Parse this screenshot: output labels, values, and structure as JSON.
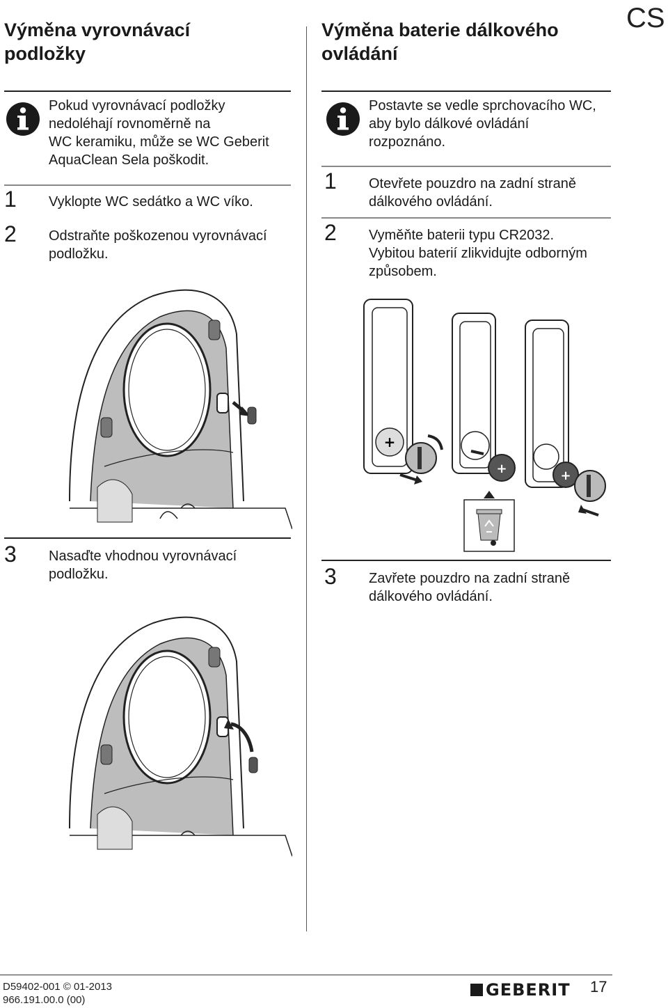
{
  "language_code": "CS",
  "left": {
    "title_line1": "Výměna vyrovnávací",
    "title_line2": "podložky",
    "info_lines": [
      "Pokud vyrovnávací podložky",
      "nedoléhají rovnoměrně na",
      "WC keramiku, může se WC Geberit",
      "AquaClean Sela poškodit."
    ],
    "steps": [
      {
        "number": "1",
        "lines": [
          "Vyklopte WC sedátko a WC víko."
        ]
      },
      {
        "number": "2",
        "lines": [
          "Odstraňte poškozenou vyrovnávací",
          "podložku."
        ]
      },
      {
        "number": "3",
        "lines": [
          "Nasaďte vhodnou vyrovnávací",
          "podložku."
        ]
      }
    ]
  },
  "right": {
    "title_line1": "Výměna baterie dálkového",
    "title_line2": "ovládání",
    "info_lines": [
      "Postavte se vedle sprchovacího WC,",
      "aby bylo dálkové ovládání",
      "rozpoznáno."
    ],
    "steps": [
      {
        "number": "1",
        "lines": [
          "Otevřete pouzdro na zadní straně",
          "dálkového ovládání."
        ]
      },
      {
        "number": "2",
        "lines": [
          "Vyměňte baterii typu CR2032.",
          "Vybitou baterií zlikvidujte odborným",
          "způsobem."
        ]
      },
      {
        "number": "3",
        "lines": [
          "Zavřete pouzdro na zadní straně",
          "dálkového ovládání."
        ]
      }
    ]
  },
  "footer": {
    "doc_line1": "D59402-001 © 01-2013",
    "doc_line2": "966.191.00.0 (00)",
    "brand": "GEBERIT",
    "page_number": "17"
  },
  "colors": {
    "text": "#1a1a1a",
    "rule": "#222222",
    "illustration_gray": "#bdbdbd"
  },
  "icons": [
    "info-icon",
    "recycle-bin-icon",
    "arrow-icon"
  ]
}
